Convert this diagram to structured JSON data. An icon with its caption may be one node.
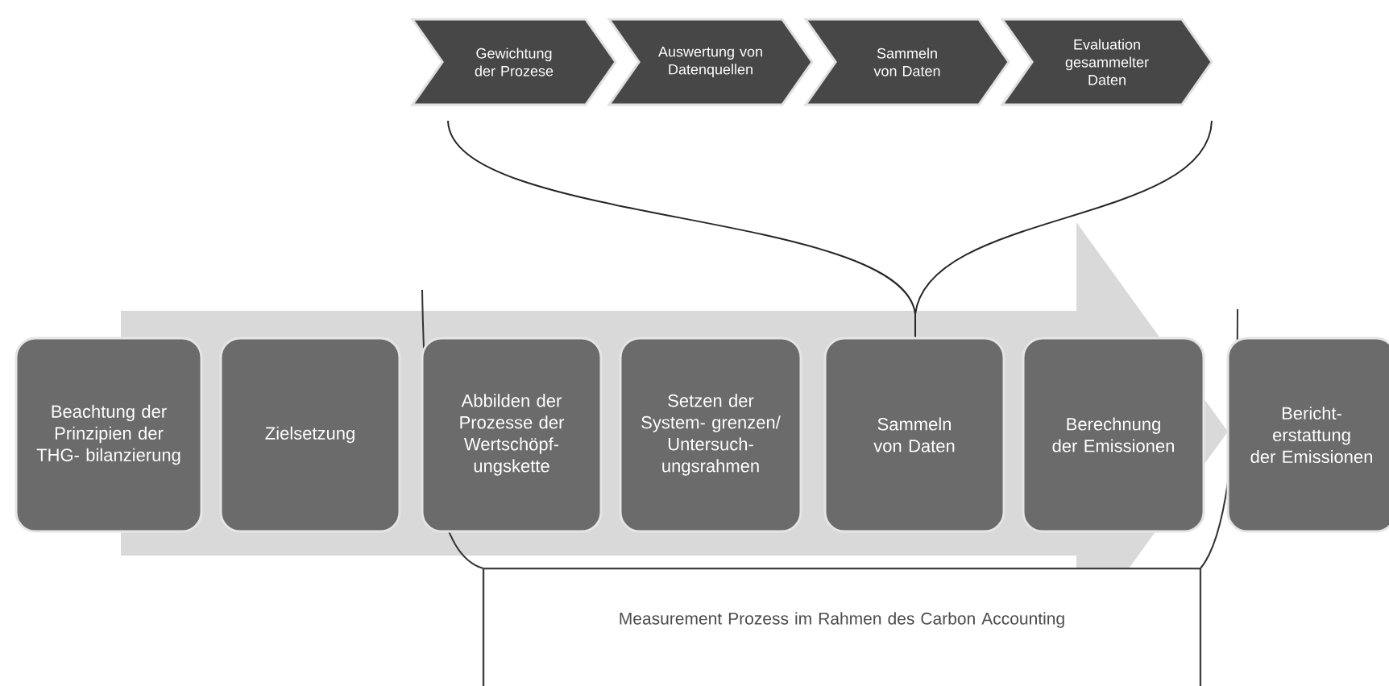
{
  "diagram": {
    "nodes": [
      {
        "text": [
          "Gewichtung der Prozese"
        ]
      },
      {
        "text": [
          "Auswertung von Datenquellen"
        ]
      },
      {
        "text": [
          "Sammeln von Daten"
        ]
      },
      {
        "text": [
          "Evaluation gesammelter Daten"
        ]
      },
      {
        "text": [
          "Beachtung der Prinzipien der THG- bilanzierung"
        ]
      },
      {
        "text": [
          "Zielsetzung"
        ]
      },
      {
        "text": [
          "Abbilden der Prozesse der Wertschöpf- ungskette"
        ]
      },
      {
        "text": [
          "Setzen der System- grenzen/ Untersuch- ungsrahmen"
        ]
      },
      {
        "text": [
          "Sammeln von Daten"
        ]
      },
      {
        "text": [
          "Berechnung der Emissionen"
        ]
      },
      {
        "text": [
          "Bericht- erstattung der Emissionen"
        ]
      },
      {
        "text": [
          "Measurement Prozess im Rahmen des Carbon Accounting"
        ]
      }
    ]
  }
}
